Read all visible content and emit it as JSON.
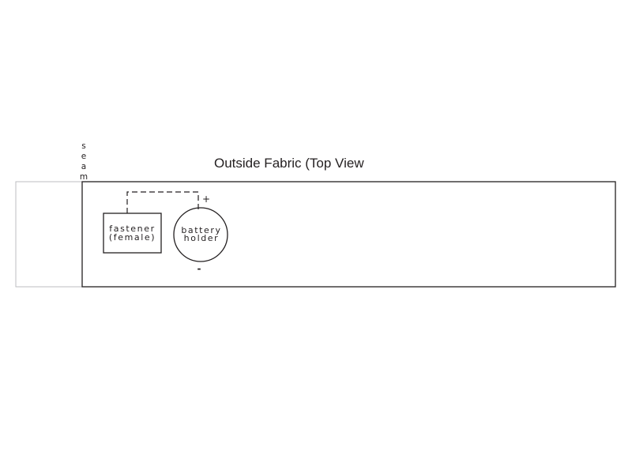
{
  "diagram": {
    "title": "Outside Fabric (Top View",
    "seam_label": [
      "s",
      "e",
      "a",
      "m"
    ],
    "fastener": {
      "line1": "fastener",
      "line2": "(female)"
    },
    "battery": {
      "line1": "battery",
      "line2": "holder",
      "plus": "+",
      "minus": "-"
    },
    "colors": {
      "stroke": "#231f20",
      "seam_allowance": "#bcbec0",
      "background": "#ffffff"
    }
  }
}
